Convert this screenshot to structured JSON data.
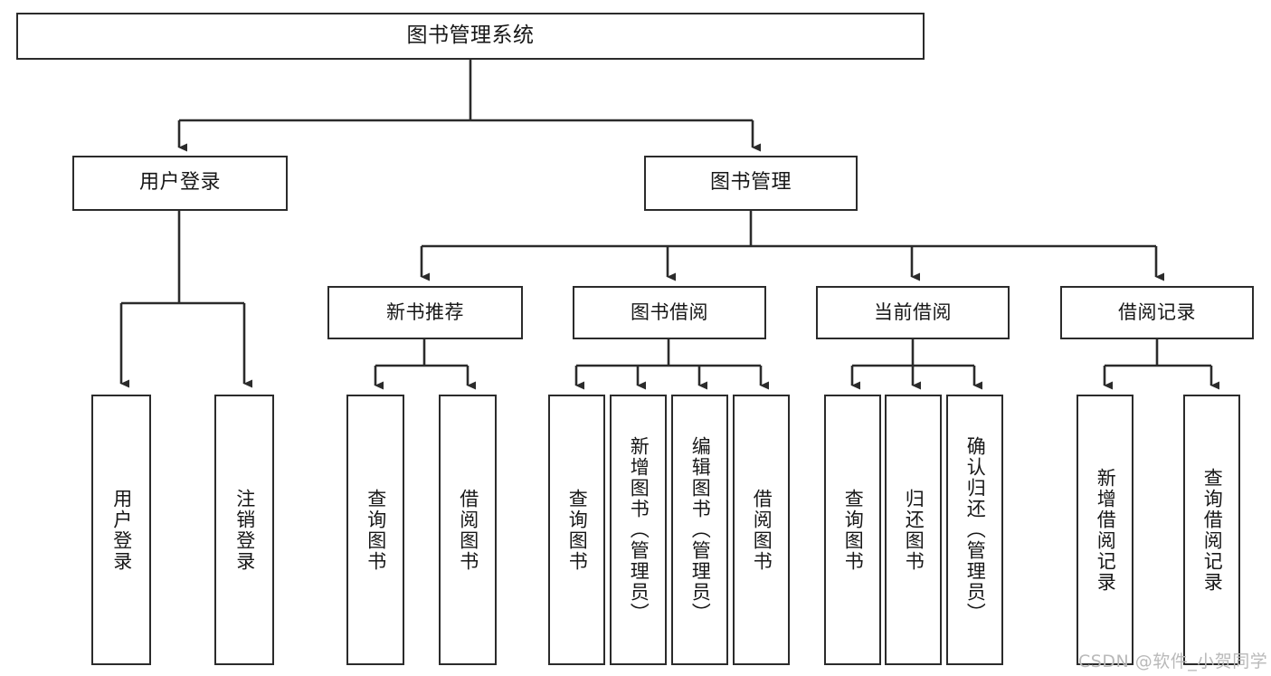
{
  "diagram": {
    "title": "图书管理系统",
    "type": "tree-hierarchy-chart",
    "watermark": "CSDN @软件_小贺同学",
    "colors": {
      "box_border": "#2b2b2b",
      "box_fill": "#ffffff",
      "connector": "#2b2b2b",
      "text": "#171717",
      "watermark": "#b9b9b9",
      "background": "#ffffff"
    }
  },
  "nodes": {
    "root": {
      "label": "图书管理系统"
    },
    "level1": [
      {
        "label": "用户登录"
      },
      {
        "label": "图书管理"
      }
    ],
    "level2": [
      {
        "label": "新书推荐"
      },
      {
        "label": "图书借阅"
      },
      {
        "label": "当前借阅"
      },
      {
        "label": "借阅记录"
      }
    ],
    "leaves": {
      "user_login": [
        {
          "label": "用户登录"
        },
        {
          "label": "注销登录"
        }
      ],
      "new_book_recommend": [
        {
          "label": "查询图书"
        },
        {
          "label": "借阅图书"
        }
      ],
      "book_borrow": [
        {
          "label": "查询图书"
        },
        {
          "label": "新增图书（管理员）"
        },
        {
          "label": "编辑图书（管理员）"
        },
        {
          "label": "借阅图书"
        }
      ],
      "current_borrow": [
        {
          "label": "查询图书"
        },
        {
          "label": "归还图书"
        },
        {
          "label": "确认归还（管理员）"
        }
      ],
      "borrow_record": [
        {
          "label": "新增借阅记录"
        },
        {
          "label": "查询借阅记录"
        }
      ]
    }
  }
}
